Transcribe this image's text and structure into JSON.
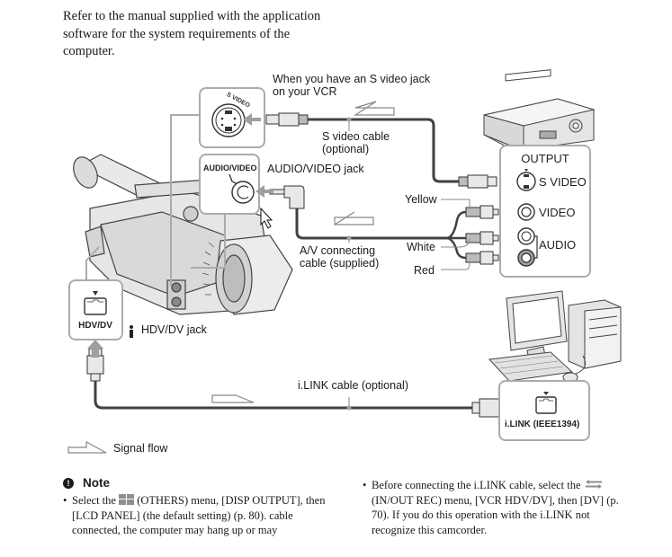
{
  "intro_text": "Refer to the manual supplied with the application software for the system requirements of the computer.",
  "diagram": {
    "labels": {
      "s_video_jack_heading_line1": "When you have an S video jack",
      "s_video_jack_heading_line2": "on your VCR",
      "s_video_cable_line1": "S video cable",
      "s_video_cable_line2": "(optional)",
      "audio_video_jack": "AUDIO/VIDEO jack",
      "av_cable_line1": "A/V connecting",
      "av_cable_line2": "cable (supplied)",
      "hdv_dv_jack": "HDV/DV jack",
      "ilink_cable": "i.LINK cable (optional)",
      "yellow": "Yellow",
      "white": "White",
      "red": "Red"
    },
    "camcorder_panels": {
      "s_video_port": "S VIDEO",
      "audio_video_port": "AUDIO/VIDEO",
      "hdv_dv_port": "HDV/DV"
    },
    "vcr_panel": {
      "title": "OUTPUT",
      "ports": [
        "S VIDEO",
        "VIDEO",
        "AUDIO"
      ]
    },
    "computer_panel": {
      "port": "i.LINK (IEEE1394)"
    },
    "icons": [
      "camcorder-illustration",
      "vcr-illustration",
      "computer-illustration",
      "mouse-cursor-icon",
      "ilink-icon"
    ],
    "colors": {
      "cable": "#3d4245",
      "panel_border": "#a8acae",
      "arrow_fill": "#9aa0a3",
      "outline": "#555555"
    }
  },
  "legend": {
    "label": "Signal flow"
  },
  "note": {
    "title": "Note",
    "items": [
      {
        "before_icon": "Select the ",
        "icon": "others-menu-icon",
        "after_icon": " (OTHERS) menu, [DISP OUTPUT], then [LCD PANEL] (the default setting) (p. 80). cable connected, the computer may hang up or may"
      },
      {
        "before_icon": "Before connecting the i.LINK cable, select the ",
        "icon": "in-out-rec-menu-icon",
        "after_icon": " (IN/OUT REC) menu, [VCR HDV/DV], then [DV] (p. 70). If you do this operation with the i.LINK not recognize this camcorder."
      }
    ]
  }
}
